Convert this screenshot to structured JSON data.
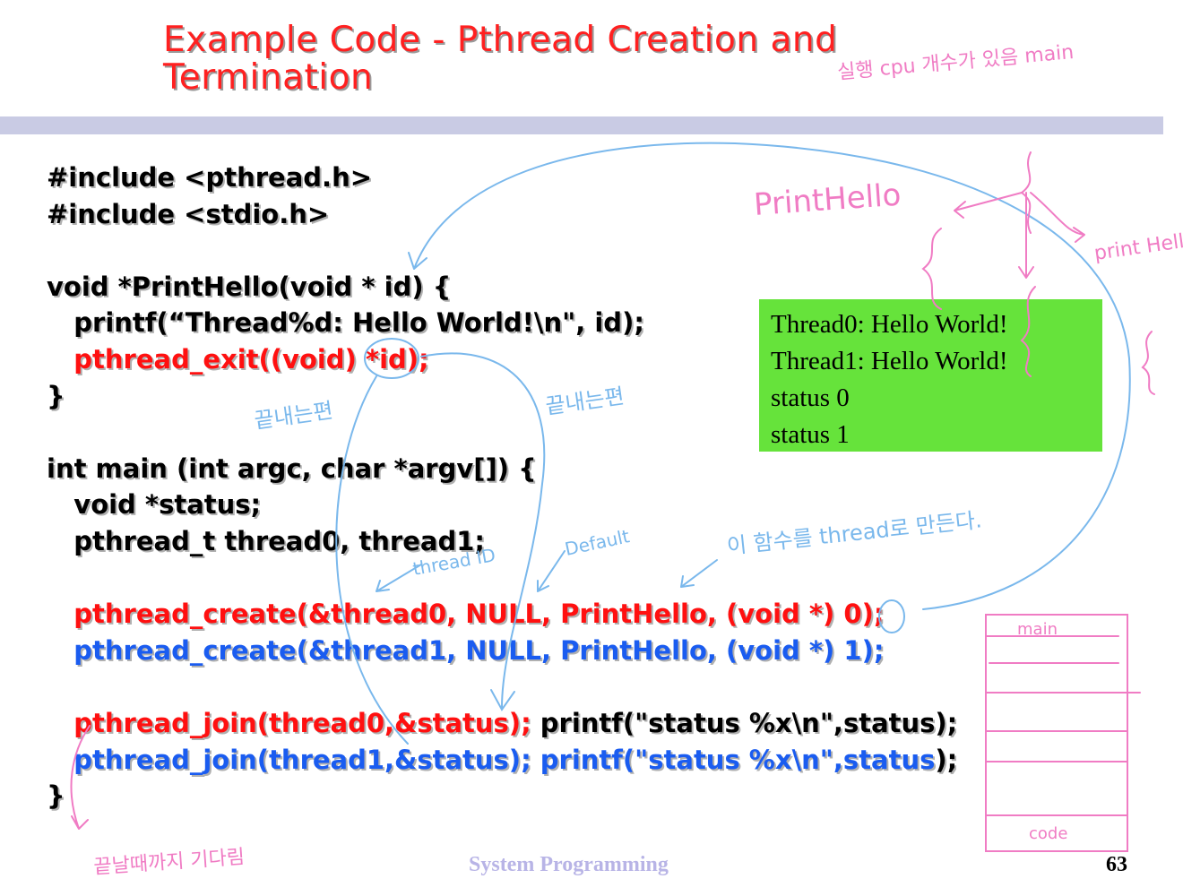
{
  "slide": {
    "title_line1": "Example Code - Pthread Creation and",
    "title_line2": "Termination",
    "footer_label": "System Programming",
    "page_number": "63"
  },
  "code": {
    "lines": [
      {
        "segments": [
          {
            "text": "#include <pthread.h>",
            "color": "black"
          }
        ]
      },
      {
        "segments": [
          {
            "text": "#include <stdio.h>",
            "color": "black"
          }
        ]
      },
      {
        "segments": [
          {
            "text": "",
            "color": "black"
          }
        ]
      },
      {
        "segments": [
          {
            "text": "void *PrintHello(void * id) {",
            "color": "black"
          }
        ]
      },
      {
        "segments": [
          {
            "text": "   printf(“Thread%d: Hello World!\\n\", id);",
            "color": "black"
          }
        ]
      },
      {
        "segments": [
          {
            "text": "   pthread_exit((void) *id);",
            "color": "red"
          }
        ]
      },
      {
        "segments": [
          {
            "text": "}",
            "color": "black"
          }
        ]
      },
      {
        "segments": [
          {
            "text": "",
            "color": "black"
          }
        ]
      },
      {
        "segments": [
          {
            "text": "int main (int argc, char *argv[]) {",
            "color": "black"
          }
        ]
      },
      {
        "segments": [
          {
            "text": "   void *status;",
            "color": "black"
          }
        ]
      },
      {
        "segments": [
          {
            "text": "   pthread_t thread0, thread1;",
            "color": "black"
          }
        ]
      },
      {
        "segments": [
          {
            "text": "",
            "color": "black"
          }
        ]
      },
      {
        "segments": [
          {
            "text": "   pthread_create(&thread0, NULL, PrintHello, (void *) 0);",
            "color": "red"
          }
        ]
      },
      {
        "segments": [
          {
            "text": "   pthread_create(&thread1, NULL, PrintHello, (void *) 1);",
            "color": "blue"
          }
        ]
      },
      {
        "segments": [
          {
            "text": "",
            "color": "black"
          }
        ]
      },
      {
        "segments": [
          {
            "text": "   pthread_join(thread0,&status);",
            "color": "red"
          },
          {
            "text": " printf(\"status %x\\n\",status);",
            "color": "black"
          }
        ]
      },
      {
        "segments": [
          {
            "text": "   pthread_join(thread1,&status); printf(\"status %x\\n\",status",
            "color": "blue"
          },
          {
            "text": ");",
            "color": "black"
          }
        ]
      },
      {
        "segments": [
          {
            "text": "}",
            "color": "black"
          }
        ]
      }
    ]
  },
  "output_box": {
    "lines": [
      "Thread0: Hello World!",
      "Thread1: Hello World!",
      "status 0",
      "status 1"
    ],
    "background": "#66e33b"
  },
  "annotations": {
    "blue_notes": [
      "끝내는편",
      "끝내는편",
      "thread ID",
      "Default",
      "이 함수를 thread로 만든다."
    ],
    "pink_notes": [
      "PrintHello",
      "실행 cpu 개수가 있음 main",
      "print Hello",
      "main",
      "code",
      "끝날때까지 기다림"
    ],
    "blue_color": "#7ab8ec",
    "pink_color": "#f07cc4"
  },
  "colors": {
    "title": "#ff2020",
    "band": "#c9cbe4",
    "code_red": "#ff1010",
    "code_blue": "#1a5cf0",
    "footer_label": "#b8b4e6"
  }
}
